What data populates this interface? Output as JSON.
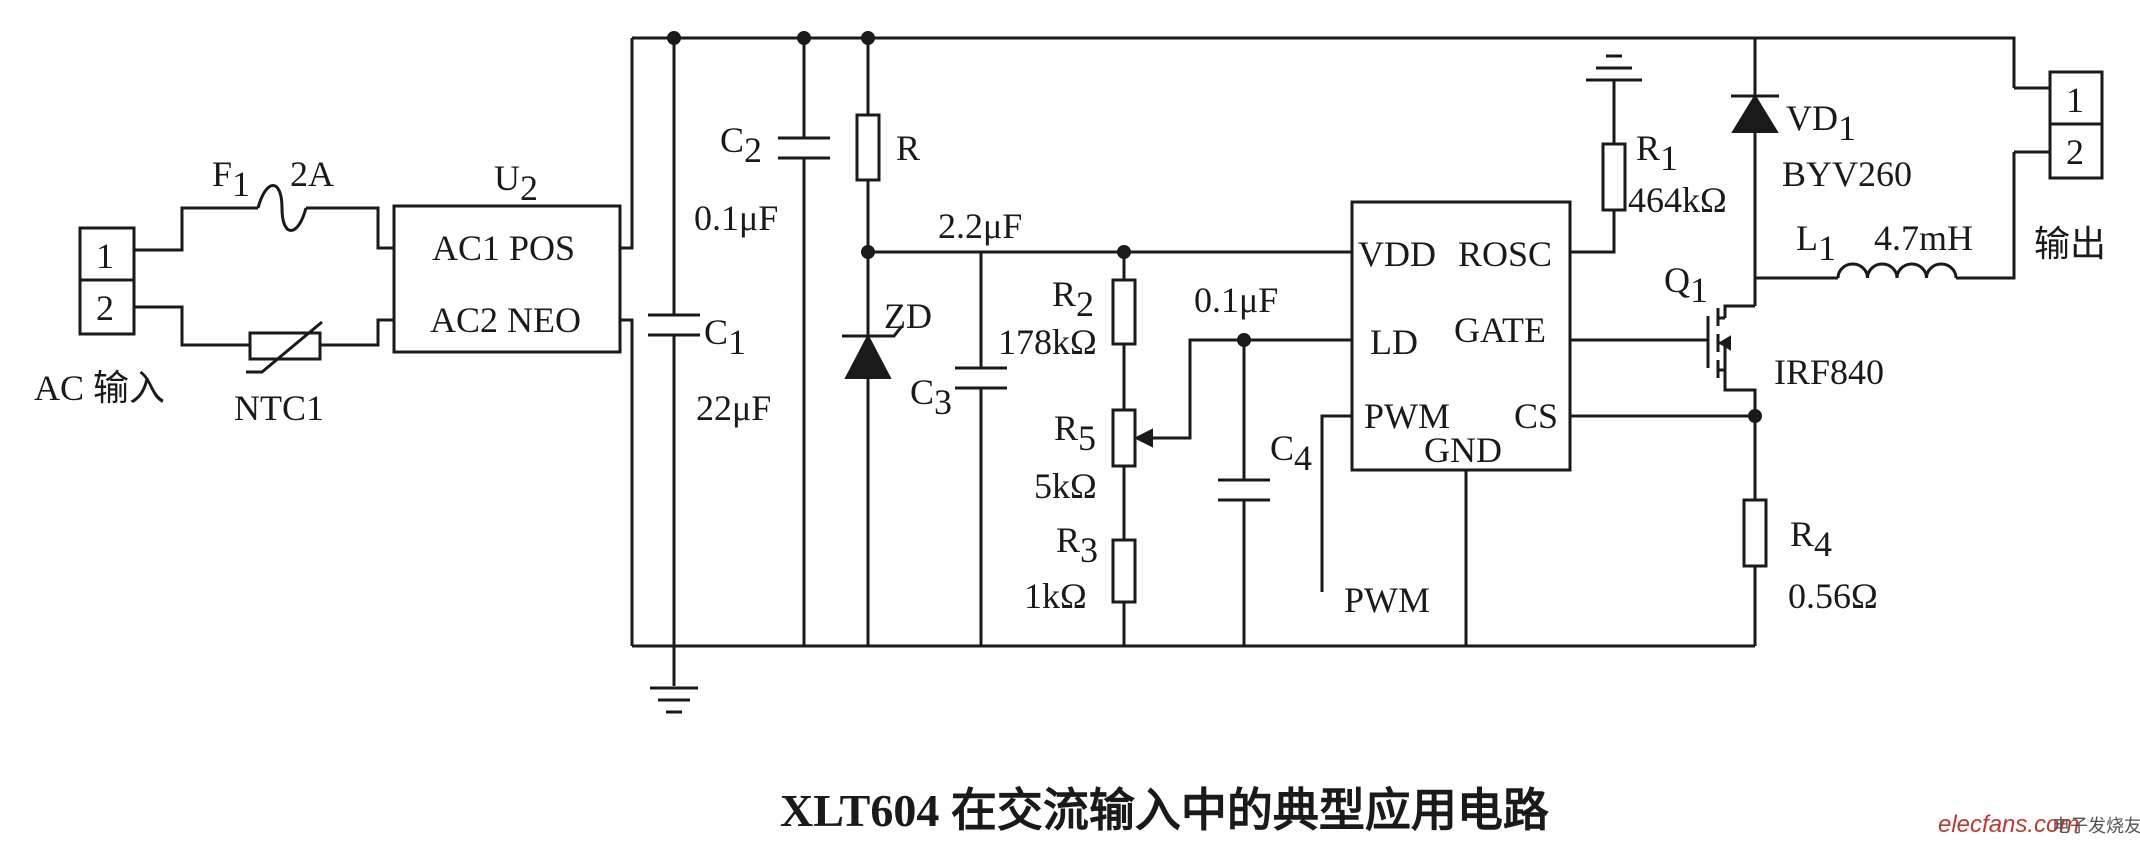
{
  "diagram": {
    "caption": "XLT604 在交流输入中的典型应用电路",
    "watermark": "elecfans.com",
    "watermark_cn": "电子发烧友",
    "input_connector": {
      "pins": [
        "1",
        "2"
      ],
      "label": "AC 输入"
    },
    "fuse": {
      "ref": "F",
      "sub": "1",
      "value": "2A"
    },
    "ntc": {
      "ref": "NTC1"
    },
    "bridge": {
      "ref": "U",
      "sub": "2",
      "pin1": "AC1 POS",
      "pin2": "AC2 NEO"
    },
    "c1": {
      "ref": "C",
      "sub": "1",
      "value": "22μF"
    },
    "c2": {
      "ref": "C",
      "sub": "2",
      "value": "0.1μF"
    },
    "resistor_r": {
      "ref": "R"
    },
    "zener": {
      "ref": "ZD"
    },
    "c3": {
      "ref": "C",
      "sub": "3",
      "value": "2.2μF"
    },
    "r2": {
      "ref": "R",
      "sub": "2",
      "value": "178kΩ"
    },
    "r5": {
      "ref": "R",
      "sub": "5",
      "value": "5kΩ"
    },
    "r3": {
      "ref": "R",
      "sub": "3",
      "value": "1kΩ"
    },
    "c4": {
      "ref": "C",
      "sub": "4",
      "value": "0.1μF"
    },
    "ic": {
      "vdd": "VDD",
      "rosc": "ROSC",
      "ld": "LD",
      "gate": "GATE",
      "pwm": "PWM",
      "cs": "CS",
      "gnd": "GND"
    },
    "pwm_label": "PWM",
    "r1": {
      "ref": "R",
      "sub": "1",
      "value": "464kΩ"
    },
    "vd1": {
      "ref": "VD",
      "sub": "1",
      "value": "BYV260"
    },
    "l1": {
      "ref": "L",
      "sub": "1",
      "value": "4.7mH"
    },
    "q1": {
      "ref": "Q",
      "sub": "1",
      "value": "IRF840"
    },
    "r4": {
      "ref": "R",
      "sub": "4",
      "value": "0.56Ω"
    },
    "output_connector": {
      "pins": [
        "1",
        "2"
      ],
      "label": "输出"
    }
  }
}
